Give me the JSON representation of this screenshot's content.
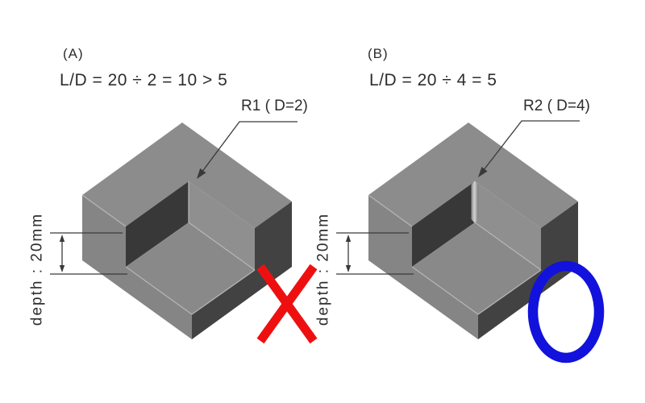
{
  "colors": {
    "face_top": "#8c8c8c",
    "face_left": "#858585",
    "face_right": "#424242",
    "wall_dark": "#383838",
    "wall_light": "#8f8f8f",
    "floor": "#898989",
    "edge_light": "#b4b4b4",
    "annotation_line": "#3a3a3a",
    "text": "#2d2d2d",
    "cross_mark": "#ee1010",
    "circle_mark": "#1212dc"
  },
  "panels": [
    {
      "heading": "(A)",
      "formula": "L/D = 20 ÷ 2 = 10 > 5",
      "radius_label": "R1 ( D=2)",
      "depth_label": "depth : 20mm",
      "result_mark": "cross"
    },
    {
      "heading": "(B)",
      "formula": "L/D = 20 ÷ 4 = 5",
      "radius_label": "R2 ( D=4)",
      "depth_label": "depth : 20mm",
      "result_mark": "circle"
    }
  ]
}
